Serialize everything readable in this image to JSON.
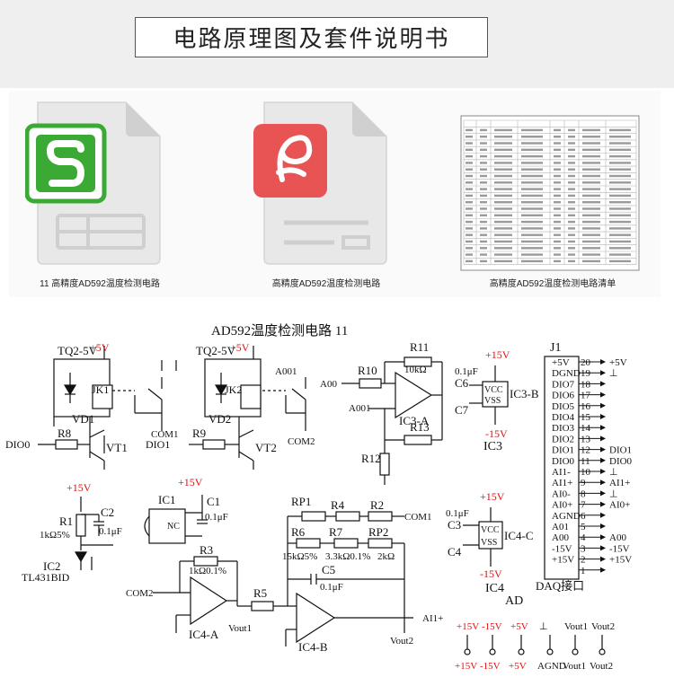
{
  "page": {
    "title": "电路原理图及套件说明书"
  },
  "files": [
    {
      "name": "11 高精度AD592温度检测电路",
      "type": "spreadsheet",
      "badge_letter": "S",
      "badge_color": "#3aaa35",
      "icon": "spreadsheet-file-icon"
    },
    {
      "name": "高精度AD592温度检测电路",
      "type": "pdf",
      "badge_color": "#e85454",
      "icon": "pdf-file-icon"
    },
    {
      "name": "高精度AD592温度检测电路清单",
      "type": "image",
      "icon": "image-thumbnail-icon"
    }
  ],
  "circuit": {
    "title": "AD592温度检测电路 11",
    "accent_color": "#e01010",
    "supply_labels": {
      "p5v": "+5V",
      "p15v": "+15V",
      "m15v": "-15V"
    },
    "components": {
      "tq1": "TQ2-5V",
      "tq2": "TQ2-5V",
      "jk1": "JK1",
      "jk2": "JK2",
      "vd1": "VD1",
      "vd2": "VD2",
      "vt1": "VT1",
      "vt2": "VT2",
      "r8": "R8",
      "r9": "R9",
      "r10": "R10",
      "r11": "R11",
      "r12": "R12",
      "r13": "R13",
      "r11_val": "10kΩ",
      "ic3a": "IC3-A",
      "ic3b": "IC3-B",
      "ic3": "IC3",
      "c6": "C6",
      "c7": "C7",
      "c6_val": "0.1μF",
      "com1": "COM1",
      "com2": "COM2",
      "a001": "A001",
      "a00": "A00",
      "dio0": "DIO0",
      "dio1": "DIO1",
      "r1": "R1",
      "r1_val": "1kΩ5%",
      "c2": "C2",
      "c2_val": "0.1μF",
      "ic2": "IC2",
      "ic2_part": "TL431BID",
      "ic1": "IC1",
      "c1": "C1",
      "c1_val": "0.1μF",
      "nc": "NC",
      "r3": "R3",
      "r3_val": "1kΩ0.1%",
      "ic4a": "IC4-A",
      "vout1": "Vout1",
      "r5": "R5",
      "rp1": "RP1",
      "r4": "R4",
      "r2": "R2",
      "r6": "R6",
      "r7": "R7",
      "rp2": "RP2",
      "r6_val": "15kΩ5%",
      "r7_val": "3.3kΩ0.1%",
      "rp2_val": "2kΩ",
      "c5": "C5",
      "c5_val": "0.1μF",
      "ic4b": "IC4-B",
      "vout2": "Vout2",
      "ai1p": "AI1+",
      "c3": "C3",
      "c4": "C4",
      "c3_val": "0.1μF",
      "ic4c": "IC4-C",
      "ic4": "IC4",
      "ad": "AD",
      "vcc": "VCC",
      "vss": "VSS",
      "j1": "J1",
      "daq": "DAQ接口"
    },
    "connector_pins": [
      {
        "n": "20",
        "label": "+5V",
        "out": "+5V"
      },
      {
        "n": "19",
        "label": "DGND",
        "out": "⊥"
      },
      {
        "n": "18",
        "label": "DIO7",
        "out": ""
      },
      {
        "n": "17",
        "label": "DIO6",
        "out": ""
      },
      {
        "n": "16",
        "label": "DIO5",
        "out": ""
      },
      {
        "n": "15",
        "label": "DIO4",
        "out": ""
      },
      {
        "n": "14",
        "label": "DIO3",
        "out": ""
      },
      {
        "n": "13",
        "label": "DIO2",
        "out": ""
      },
      {
        "n": "12",
        "label": "DIO1",
        "out": "DIO1"
      },
      {
        "n": "11",
        "label": "DIO0",
        "out": "DIO0"
      },
      {
        "n": "10",
        "label": "AI1-",
        "out": "⊥"
      },
      {
        "n": "9",
        "label": "AI1+",
        "out": "AI1+"
      },
      {
        "n": "8",
        "label": "AI0-",
        "out": "⊥"
      },
      {
        "n": "7",
        "label": "AI0+",
        "out": "AI0+"
      },
      {
        "n": "6",
        "label": "AGND",
        "out": ""
      },
      {
        "n": "5",
        "label": "A01",
        "out": ""
      },
      {
        "n": "4",
        "label": "A00",
        "out": "A00"
      },
      {
        "n": "3",
        "label": "-15V",
        "out": "-15V"
      },
      {
        "n": "2",
        "label": "+15V",
        "out": "+15V"
      },
      {
        "n": "1",
        "label": "",
        "out": ""
      }
    ],
    "terminals_top": [
      "+15V",
      "-15V",
      "+5V",
      "⊥",
      "Vout1",
      "Vout2"
    ],
    "terminals_bottom": [
      "+15V",
      "-15V",
      "+5V",
      "AGND",
      "Vout1",
      "Vout2"
    ]
  }
}
